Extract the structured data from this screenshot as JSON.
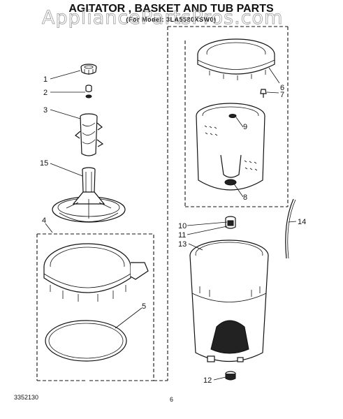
{
  "page": {
    "title": "AGITATOR , BASKET AND TUB PARTS",
    "subtitle": "(For Model: 3LA5580XSW0)",
    "watermark": "AppliancePartsPros.com",
    "figure_number": "3352130",
    "page_number": "6"
  },
  "callouts": {
    "c1": "1",
    "c2": "2",
    "c3": "3",
    "c15": "15",
    "c4": "4",
    "c5": "5",
    "c6": "6",
    "c7": "7",
    "c9": "9",
    "c8": "8",
    "c10": "10",
    "c11": "11",
    "c13": "13",
    "c14": "14",
    "c12": "12"
  },
  "colors": {
    "ink": "#111111",
    "watermark": "#9a9a9a",
    "paper": "#ffffff"
  }
}
